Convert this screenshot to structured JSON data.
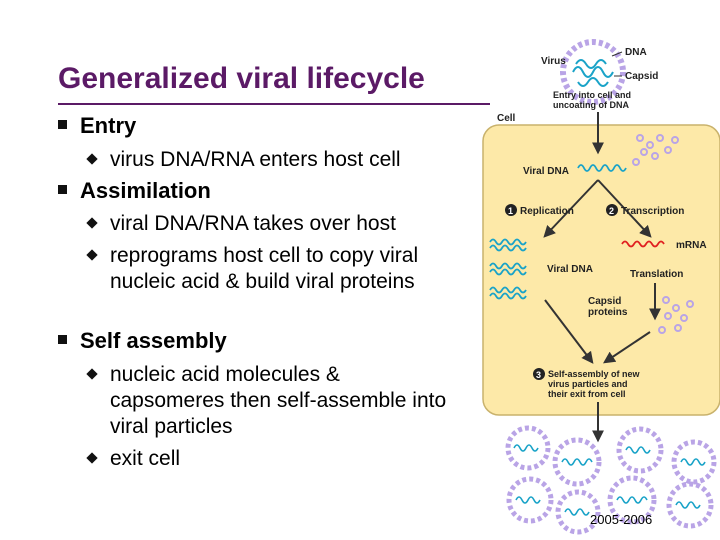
{
  "slide": {
    "title": "Generalized viral lifecycle",
    "bullets": [
      {
        "text": "Entry",
        "sub": [
          "virus DNA/RNA enters host cell"
        ]
      },
      {
        "text": "Assimilation",
        "sub": [
          "viral DNA/RNA takes over host",
          "reprograms host cell to copy viral nucleic acid & build viral proteins"
        ]
      },
      {
        "text": "Self assembly",
        "sub": [
          "nucleic acid molecules & capsomeres then self-assemble into viral particles",
          "exit cell"
        ]
      }
    ],
    "footer": "2005-2006"
  },
  "diagram": {
    "labels": {
      "virus": "Virus",
      "dna": "DNA",
      "capsid": "Capsid",
      "entry_1": "Entry into cell and",
      "entry_2": "uncoating of DNA",
      "cell": "Cell",
      "viral_dna_top": "Viral DNA",
      "replication": "Replication",
      "transcription": "Transcription",
      "mrna": "mRNA",
      "viral_dna_mid": "Viral DNA",
      "translation": "Translation",
      "capsid_proteins_1": "Capsid",
      "capsid_proteins_2": "proteins",
      "self_assembly_1": "Self-assembly of new",
      "self_assembly_2": "virus particles and",
      "self_assembly_3": "their exit from cell",
      "step1": "1",
      "step2": "2",
      "step3": "3"
    },
    "colors": {
      "cell_fill": "#fde9a8",
      "dna": "#1aa3c8",
      "mrna": "#e02020",
      "capsid": "#b9a4e6",
      "arrow": "#333333"
    }
  }
}
